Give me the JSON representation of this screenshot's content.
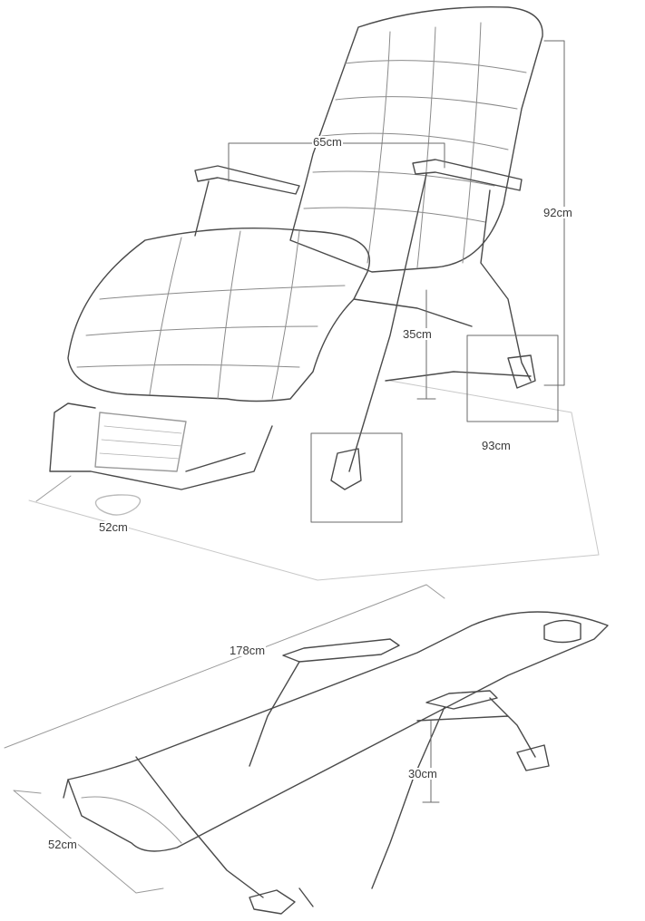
{
  "product": "Reclining lounge chair with cushion",
  "top_figure": {
    "labels": {
      "armrest_width": "65cm",
      "height": "92cm",
      "seat_height": "35cm",
      "depth": "93cm",
      "width": "52cm"
    }
  },
  "bottom_figure": {
    "labels": {
      "length": "178cm",
      "height": "30cm",
      "width": "52cm"
    }
  },
  "colors": {
    "line": "#4a4a4a",
    "light_line": "#9a9a9a",
    "background": "#ffffff"
  }
}
